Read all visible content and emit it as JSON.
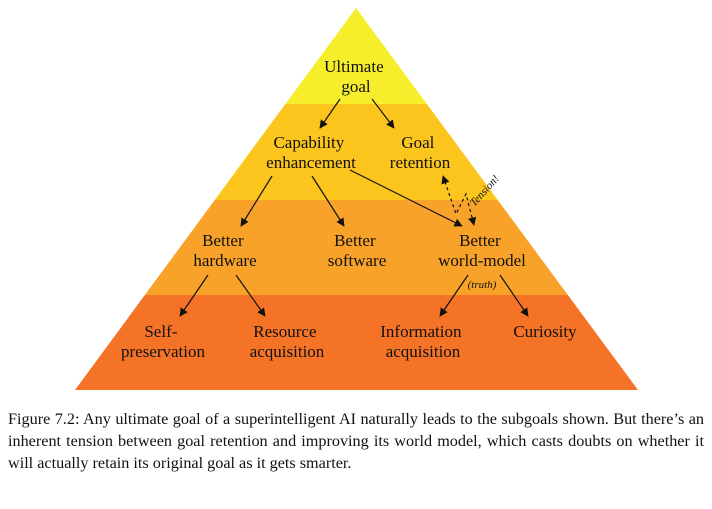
{
  "colors": {
    "tier1": "#f7ee2b",
    "tier2": "#fbc51e",
    "tier3": "#f8a22a",
    "tier4": "#f47326",
    "ink": "#111111"
  },
  "pyramid": {
    "ultimate_goal": [
      "Ultimate",
      "goal"
    ],
    "capability_enhancement": [
      "Capability",
      "enhancement"
    ],
    "goal_retention": [
      "Goal",
      "retention"
    ],
    "better_hardware": [
      "Better",
      "hardware"
    ],
    "better_software": [
      "Better",
      "software"
    ],
    "better_world_model": [
      "Better",
      "world-model"
    ],
    "self_preservation": [
      "Self-",
      "preservation"
    ],
    "resource_acquisition": [
      "Resource",
      "acquisition"
    ],
    "information_acquisition": [
      "Information",
      "acquisition"
    ],
    "curiosity": "Curiosity",
    "tension_label": "Tension!",
    "truth_label": "(truth)"
  },
  "caption": "Figure 7.2: Any ultimate goal of a superintelligent AI naturally leads to the subgoals shown. But there’s an inherent tension between goal retention and improving its world model, which casts doubts on whether it will actually retain its original goal as it gets smarter."
}
